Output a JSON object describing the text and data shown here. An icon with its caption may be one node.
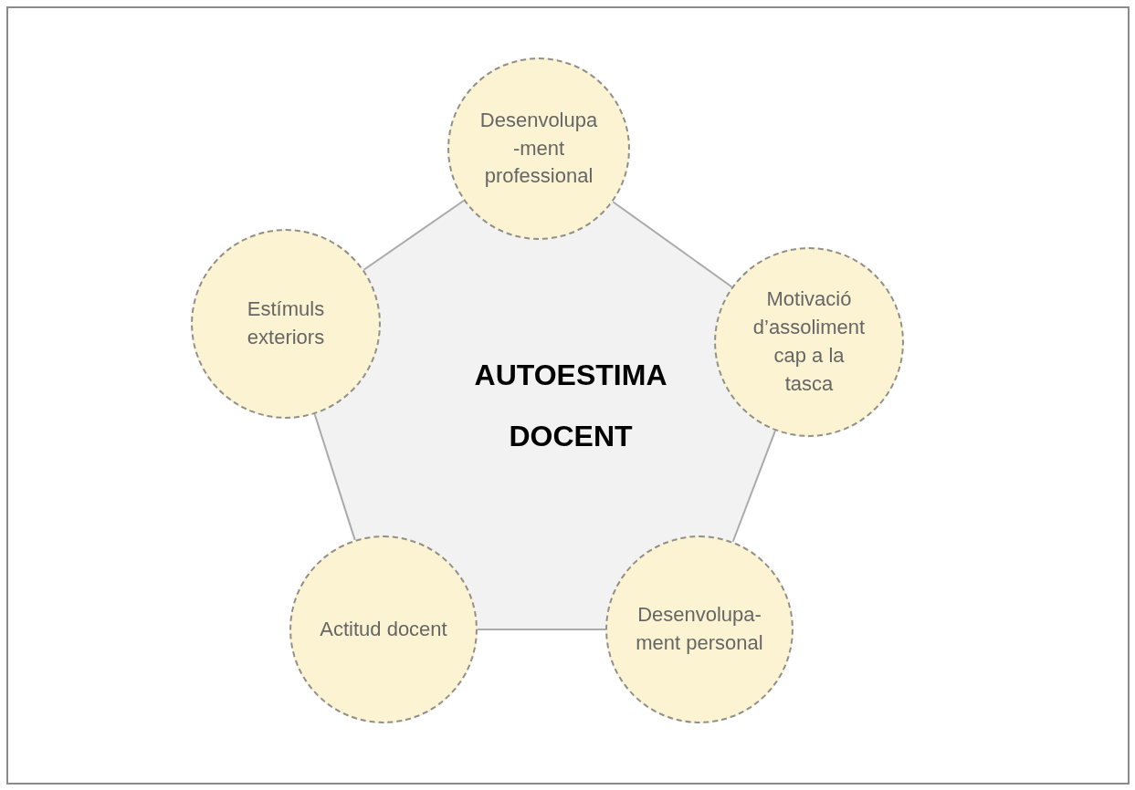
{
  "diagram": {
    "nodes": [
      {
        "text": [
          "AUTOESTIMA DOCENT"
        ]
      },
      {
        "text": [
          "Desenvolupa -ment professional"
        ]
      },
      {
        "text": [
          "Motivació d’assoliment cap a la tasca"
        ]
      },
      {
        "text": [
          "Desenvolupa- ment personal"
        ]
      },
      {
        "text": [
          "Actitud docent"
        ]
      },
      {
        "text": [
          "Estímuls exteriors"
        ]
      }
    ],
    "edges": [
      {
        "from": 1,
        "to": 2,
        "arrow": "none"
      },
      {
        "from": 2,
        "to": 3,
        "arrow": "none"
      },
      {
        "from": 3,
        "to": 4,
        "arrow": "none"
      },
      {
        "from": 4,
        "to": 5,
        "arrow": "none"
      },
      {
        "from": 5,
        "to": 1,
        "arrow": "none"
      }
    ]
  }
}
